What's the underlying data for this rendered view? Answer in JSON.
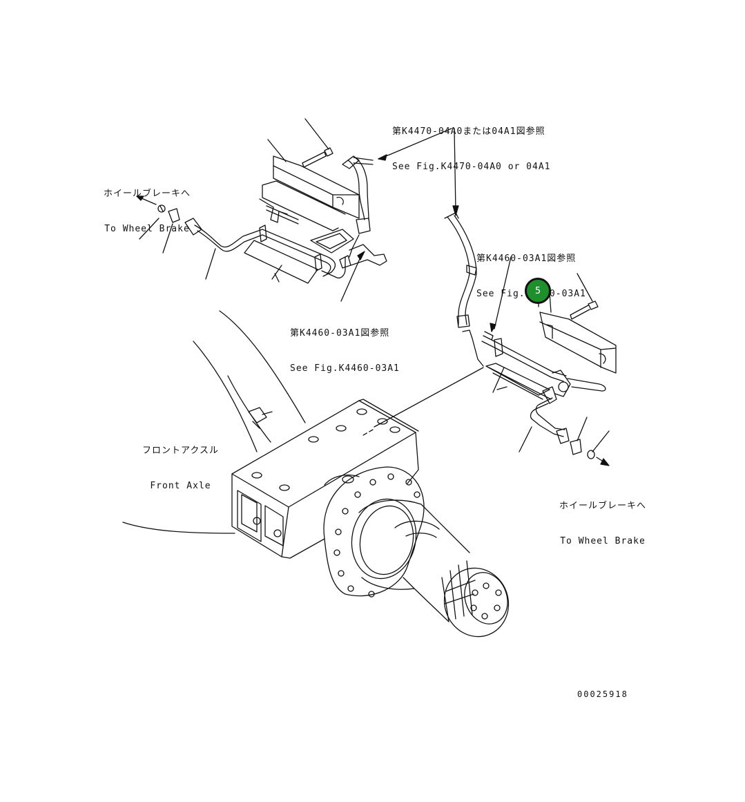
{
  "labels": {
    "ref_k4470": {
      "jp": "第K4470-04A0または04A1図参照",
      "en": "See Fig.K4470-04A0 or 04A1"
    },
    "ref_k4460_right": {
      "jp": "第K4460-03A1図参照",
      "en": "See Fig.K4460-03A1"
    },
    "ref_k4460_left": {
      "jp": "第K4460-03A1図参照",
      "en": "See Fig.K4460-03A1"
    },
    "wheel_brake_left": {
      "jp": "ホイールブレーキへ",
      "en": "To Wheel Brake"
    },
    "wheel_brake_right": {
      "jp": "ホイールブレーキへ",
      "en": "To Wheel Brake"
    },
    "front_axle": {
      "jp": "フロントアクスル",
      "en": "Front Axle"
    }
  },
  "callouts": [
    {
      "number": "5",
      "color": "#1f8f2d"
    }
  ],
  "drawing_number": "00025918",
  "colors": {
    "line": "#111111",
    "background": "#ffffff",
    "callout_fill": "#1f8f2d"
  }
}
